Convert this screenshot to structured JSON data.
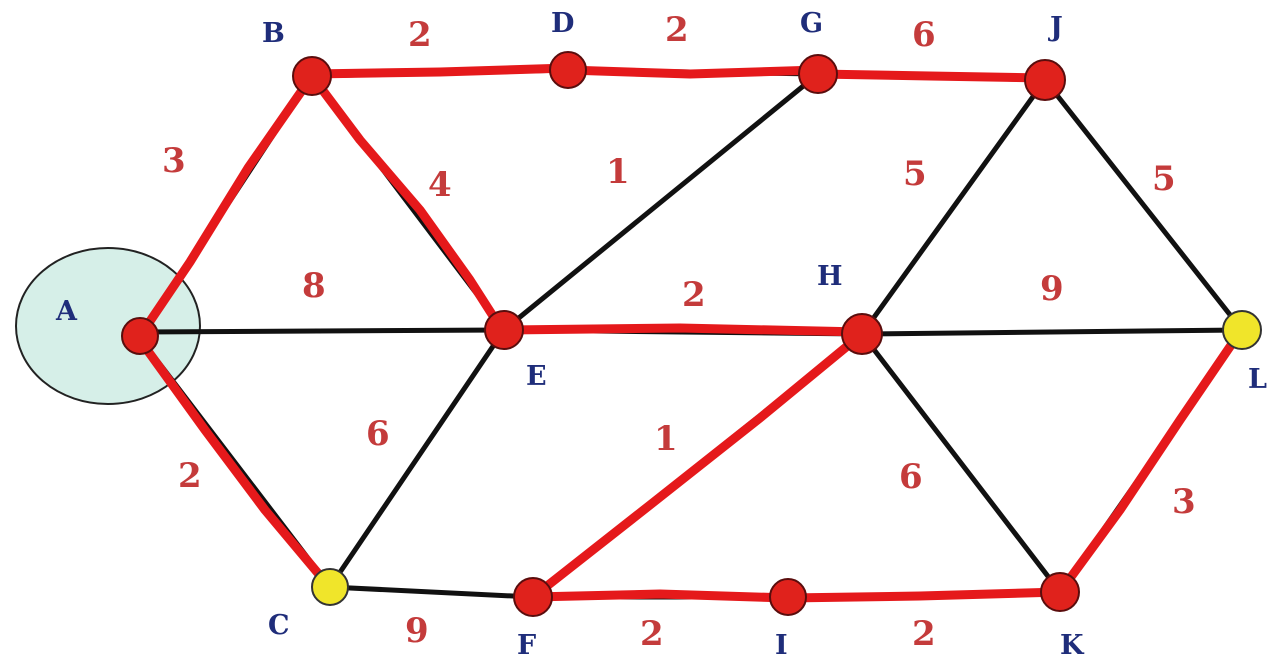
{
  "nodes": [
    {
      "id": "A",
      "label": "A",
      "fill": "#e0221c"
    },
    {
      "id": "B",
      "label": "B",
      "fill": "#e0221c"
    },
    {
      "id": "C",
      "label": "C",
      "fill": "#f0e52a"
    },
    {
      "id": "D",
      "label": "D",
      "fill": "#e0221c"
    },
    {
      "id": "E",
      "label": "E",
      "fill": "#e0221c"
    },
    {
      "id": "F",
      "label": "F",
      "fill": "#e0221c"
    },
    {
      "id": "G",
      "label": "G",
      "fill": "#e0221c"
    },
    {
      "id": "H",
      "label": "H",
      "fill": "#e0221c"
    },
    {
      "id": "I",
      "label": "I",
      "fill": "#e0221c"
    },
    {
      "id": "J",
      "label": "J",
      "fill": "#e0221c"
    },
    {
      "id": "K",
      "label": "K",
      "fill": "#e0221c"
    },
    {
      "id": "L",
      "label": "L",
      "fill": "#f0e52a"
    }
  ],
  "edges": [
    {
      "id": "AB",
      "from": "A",
      "to": "B",
      "weight": "3",
      "highlighted": true
    },
    {
      "id": "AE",
      "from": "A",
      "to": "E",
      "weight": "8",
      "highlighted": false
    },
    {
      "id": "AC",
      "from": "A",
      "to": "C",
      "weight": "2",
      "highlighted": true
    },
    {
      "id": "BD",
      "from": "B",
      "to": "D",
      "weight": "2",
      "highlighted": true
    },
    {
      "id": "BE",
      "from": "B",
      "to": "E",
      "weight": "4",
      "highlighted": true
    },
    {
      "id": "DG",
      "from": "D",
      "to": "G",
      "weight": "2",
      "highlighted": true
    },
    {
      "id": "GE",
      "from": "G",
      "to": "E",
      "weight": "1",
      "highlighted": false
    },
    {
      "id": "GJ",
      "from": "G",
      "to": "J",
      "weight": "6",
      "highlighted": true
    },
    {
      "id": "JH",
      "from": "J",
      "to": "H",
      "weight": "5",
      "highlighted": false
    },
    {
      "id": "JL",
      "from": "J",
      "to": "L",
      "weight": "5",
      "highlighted": false
    },
    {
      "id": "EH",
      "from": "E",
      "to": "H",
      "weight": "2",
      "highlighted": true
    },
    {
      "id": "HL",
      "from": "H",
      "to": "L",
      "weight": "9",
      "highlighted": false
    },
    {
      "id": "CE",
      "from": "C",
      "to": "E",
      "weight": "6",
      "highlighted": false
    },
    {
      "id": "CF",
      "from": "C",
      "to": "F",
      "weight": "9",
      "highlighted": false
    },
    {
      "id": "FH",
      "from": "F",
      "to": "H",
      "weight": "1",
      "highlighted": true
    },
    {
      "id": "HK",
      "from": "H",
      "to": "K",
      "weight": "6",
      "highlighted": false
    },
    {
      "id": "FI",
      "from": "F",
      "to": "I",
      "weight": "2",
      "highlighted": true
    },
    {
      "id": "IK",
      "from": "I",
      "to": "K",
      "weight": "2",
      "highlighted": true
    },
    {
      "id": "KL",
      "from": "K",
      "to": "L",
      "weight": "3",
      "highlighted": true
    }
  ],
  "start_node": "A",
  "colors": {
    "path": "#e5191b",
    "edge": "#111111",
    "start_highlight": "#d6efe8",
    "node_label": "#1f2d7a",
    "weight_label": "#c43b3b"
  }
}
